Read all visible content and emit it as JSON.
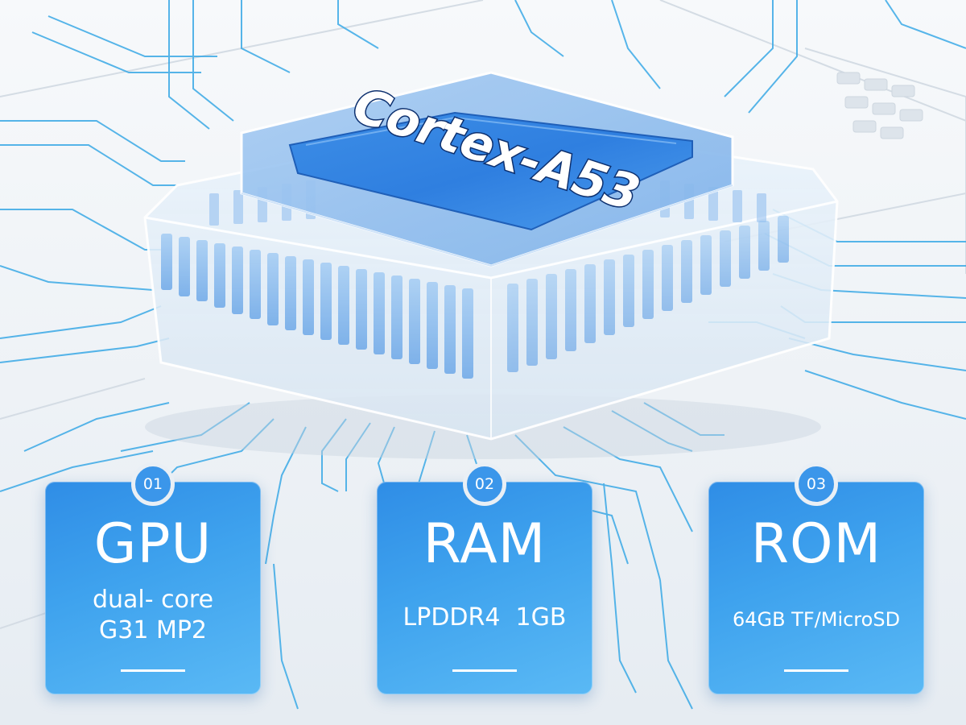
{
  "chip": {
    "label": "Cortex-A53"
  },
  "specs": [
    {
      "number": "01",
      "title": "GPU",
      "lines": [
        "dual- core",
        "G31 MP2"
      ]
    },
    {
      "number": "02",
      "title": "RAM",
      "lines": [
        "LPDDR4  1GB"
      ]
    },
    {
      "number": "03",
      "title": "ROM",
      "lines": [
        "64GB TF/MicroSD"
      ]
    }
  ],
  "colors": {
    "card_top": "#2f8de6",
    "card_bottom": "#5ab9f5",
    "trace": "#3aa9e6",
    "chip_top": "#2f7fe0",
    "background": "#eef2f6"
  }
}
